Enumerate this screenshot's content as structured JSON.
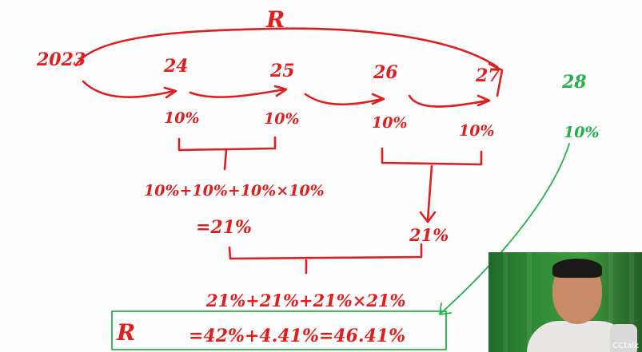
{
  "diagram": {
    "top_label": "R",
    "years": [
      "2023",
      "24",
      "25",
      "26",
      "27"
    ],
    "rates": [
      "10%",
      "10%",
      "10%",
      "10%"
    ],
    "left_sum": "10%+10%+10%×10%",
    "left_result": "=21%",
    "right_result": "21%",
    "combined_sum": "21%+21%+21%×21%",
    "final_label": "R",
    "final_equation": "=42%+4.41%=46.41%",
    "extra_year": "28",
    "extra_rate": "10%",
    "colors": {
      "ink": "#e01e1e",
      "green": "#22b14c",
      "board": "#fdfdfd"
    }
  },
  "webcam": {
    "caption": "CCtalk"
  }
}
